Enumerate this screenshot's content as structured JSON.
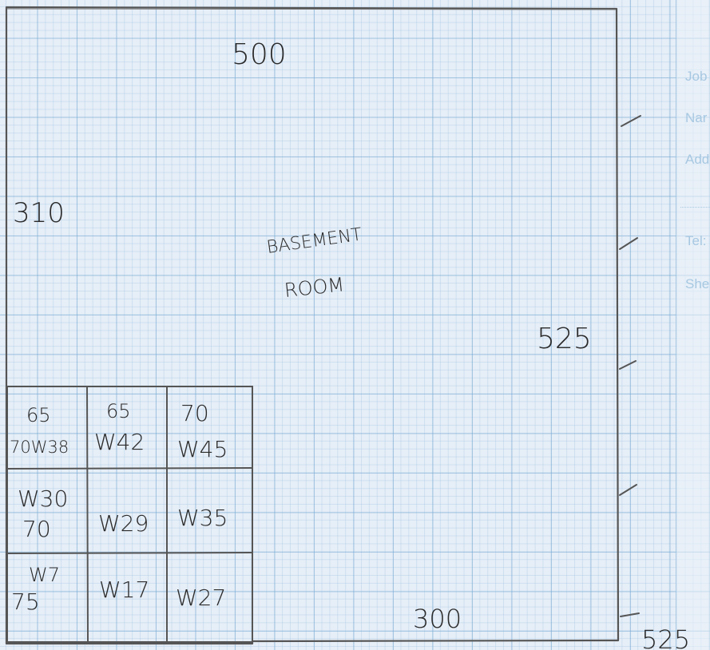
{
  "form": {
    "job": "Job",
    "name": "Nar",
    "address": "Add",
    "tel": "Tel:",
    "sheet": "She"
  },
  "room": {
    "label_line1": "BASEMENT",
    "label_line2": "ROOM"
  },
  "dimensions": {
    "top": "500",
    "left": "310",
    "right": "525",
    "bottom": "300",
    "corner": "525"
  },
  "grid_cells": [
    {
      "top": "65",
      "bottom": "70W38"
    },
    {
      "top": "65",
      "bottom": "W42"
    },
    {
      "top": "70",
      "bottom": "W45"
    },
    {
      "top": "W30",
      "bottom": "70"
    },
    {
      "top": "",
      "bottom": "W29"
    },
    {
      "top": "",
      "bottom": "W35"
    },
    {
      "top": "W7",
      "bottom": "75"
    },
    {
      "top": "",
      "bottom": "W17"
    },
    {
      "top": "",
      "bottom": "W27"
    }
  ]
}
